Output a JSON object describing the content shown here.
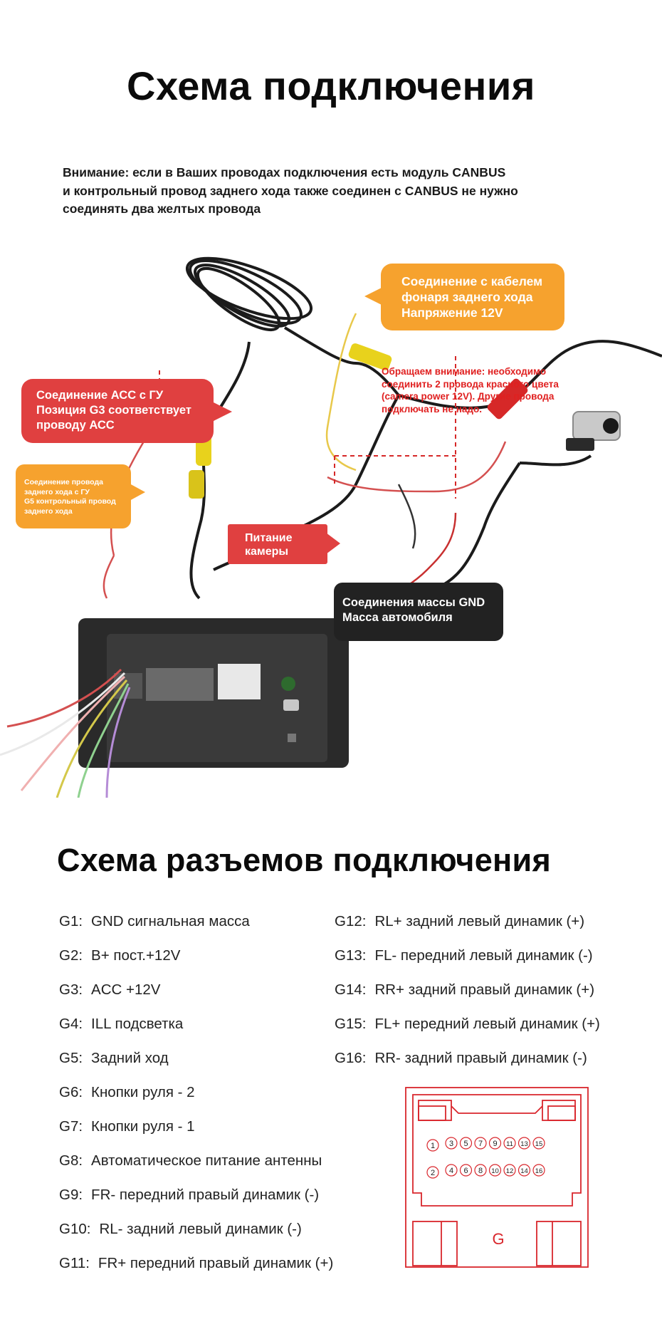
{
  "title": "Схема подключения",
  "notice": [
    "Внимание: если в Ваших проводах подключения есть модуль CANBUS",
    "и контрольный провод заднего хода также соединен с CANBUS не нужно",
    "соединять два желтых провода"
  ],
  "callouts": {
    "reverse_light": [
      "Соединение с кабелем",
      "фонаря заднего хода",
      "Напряжение 12V"
    ],
    "acc": [
      "Соединение АСС с ГУ",
      "Позиция G3 соответствует",
      "проводу АСС"
    ],
    "reverse_wire": [
      "Соединение провода",
      "заднего хода с ГУ",
      "G5 контрольный провод",
      "заднего хода"
    ],
    "camera_power": [
      "Питание",
      "камеры"
    ],
    "ground": [
      "Соединения массы GND",
      "Масса автомобиля"
    ]
  },
  "warning_red": [
    "Обращаем внимание:  необходимо",
    "соединить 2 провода красного цвета",
    " (camera power 12V). Другие провода",
    "подключать не надо."
  ],
  "connector_title": "Схема разъемов подключения",
  "pins_left": [
    {
      "code": "G1:",
      "desc": "GND сигнальная масса"
    },
    {
      "code": "G2:",
      "desc": "B+  пост.+12V"
    },
    {
      "code": "G3:",
      "desc": "ACC  +12V"
    },
    {
      "code": "G4:",
      "desc": "ILL подсветка"
    },
    {
      "code": "G5:",
      "desc": "Задний ход"
    },
    {
      "code": "G6:",
      "desc": "Кнопки руля - 2"
    },
    {
      "code": "G7:",
      "desc": "Кнопки руля - 1"
    },
    {
      "code": "G8:",
      "desc": "Автоматическое питание антенны"
    },
    {
      "code": "G9:",
      "desc": "FR- передний правый динамик (-)"
    },
    {
      "code": "G10:",
      "desc": "RL- задний левый динамик (-)"
    },
    {
      "code": "G11:",
      "desc": "FR+ передний правый динамик (+)"
    }
  ],
  "pins_right": [
    {
      "code": "G12:",
      "desc": "RL+ задний левый динамик (+)"
    },
    {
      "code": "G13:",
      "desc": "FL- передний левый динамик (-)"
    },
    {
      "code": "G14:",
      "desc": "RR+ задний правый динамик (+)"
    },
    {
      "code": "G15:",
      "desc": "FL+ передний левый динамик (+)"
    },
    {
      "code": "G16:",
      "desc": "RR- задний правый динамик (-)"
    }
  ],
  "connector": {
    "label": "G",
    "top_row": [
      "1",
      "3",
      "5",
      "7",
      "9",
      "11",
      "13",
      "15"
    ],
    "bottom_row": [
      "2",
      "4",
      "6",
      "8",
      "10",
      "12",
      "14",
      "16"
    ],
    "color": "#d9262c"
  },
  "colors": {
    "orange": "#f6a22e",
    "red": "#e04040",
    "dark": "#222222",
    "warning_text": "#e02020"
  }
}
